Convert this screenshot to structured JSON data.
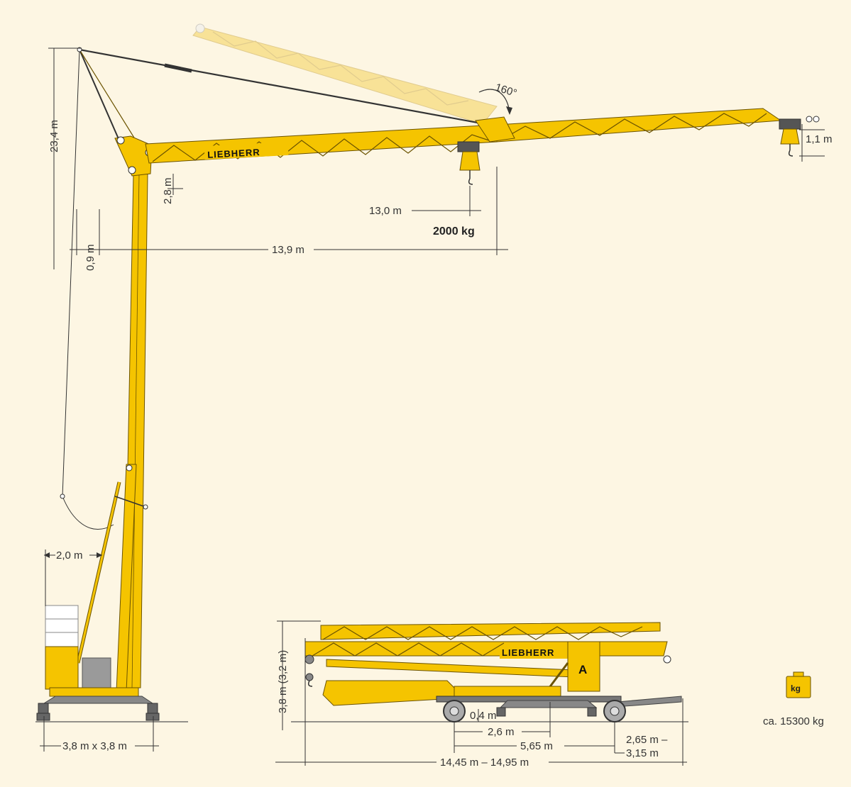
{
  "brand": "LIEBHERR",
  "colors": {
    "background": "#fdf6e3",
    "crane_yellow": "#f5c400",
    "ghost_yellow": "#f7de7a",
    "outline": "#6b5300",
    "dimension": "#333333"
  },
  "operating": {
    "height": "23,4 m",
    "slew_angle": "160°",
    "head_height": "2,8 m",
    "offset_small": "0,9 m",
    "jib_reach": "13,9 m",
    "hook_radius": "13,0 m",
    "hook_load": "2000 kg",
    "hook_drop": "1,1 m",
    "ballast_radius": "2,0 m",
    "base_size": "3,8 m x 3,8 m"
  },
  "transport": {
    "height": "3,8 m (3,2 m)",
    "axle_clearance": "0,4 m",
    "wheelbase_inner": "2,6 m",
    "axle_distance": "5,65 m",
    "overhang": "2,65 m –",
    "overhang_alt": "3,15 m",
    "length": "14,45 m – 14,95 m",
    "axle_label": "A"
  },
  "weight": {
    "icon": "kg-weight-icon",
    "icon_label": "kg",
    "value": "ca. 15300 kg"
  }
}
